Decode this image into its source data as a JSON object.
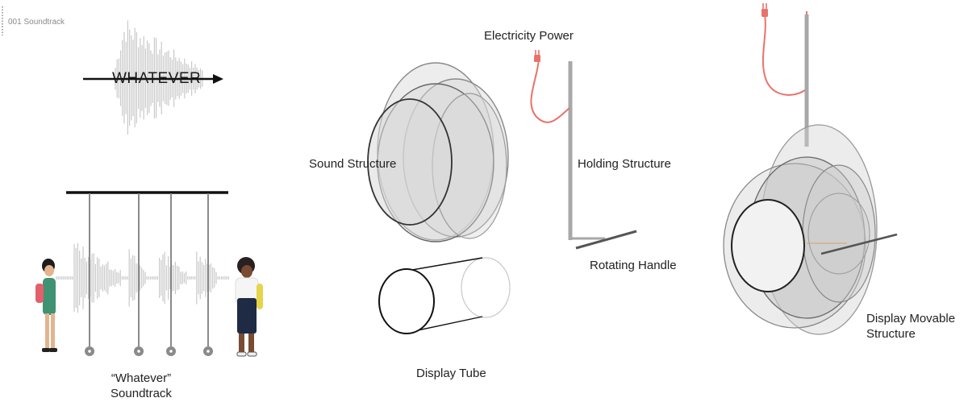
{
  "header": {
    "tag": "001 Soundtrack"
  },
  "waveform": {
    "word": "WHATEVER"
  },
  "soundtrack": {
    "line1": "“Whatever”",
    "line2": "Soundtrack"
  },
  "labels": {
    "electricity": "Electricity Power",
    "sound_structure": "Sound Structure",
    "holding_structure": "Holding Structure",
    "rotating_handle": "Rotating Handle",
    "display_tube": "Display Tube",
    "display_movable_1": "Display Movable",
    "display_movable_2": "Structure"
  },
  "colors": {
    "cable": "#e8736b",
    "pole": "#a8a8a8",
    "disc_fill": "#d8d8d8",
    "wave": "#c9c9c9",
    "ink": "#222222"
  }
}
